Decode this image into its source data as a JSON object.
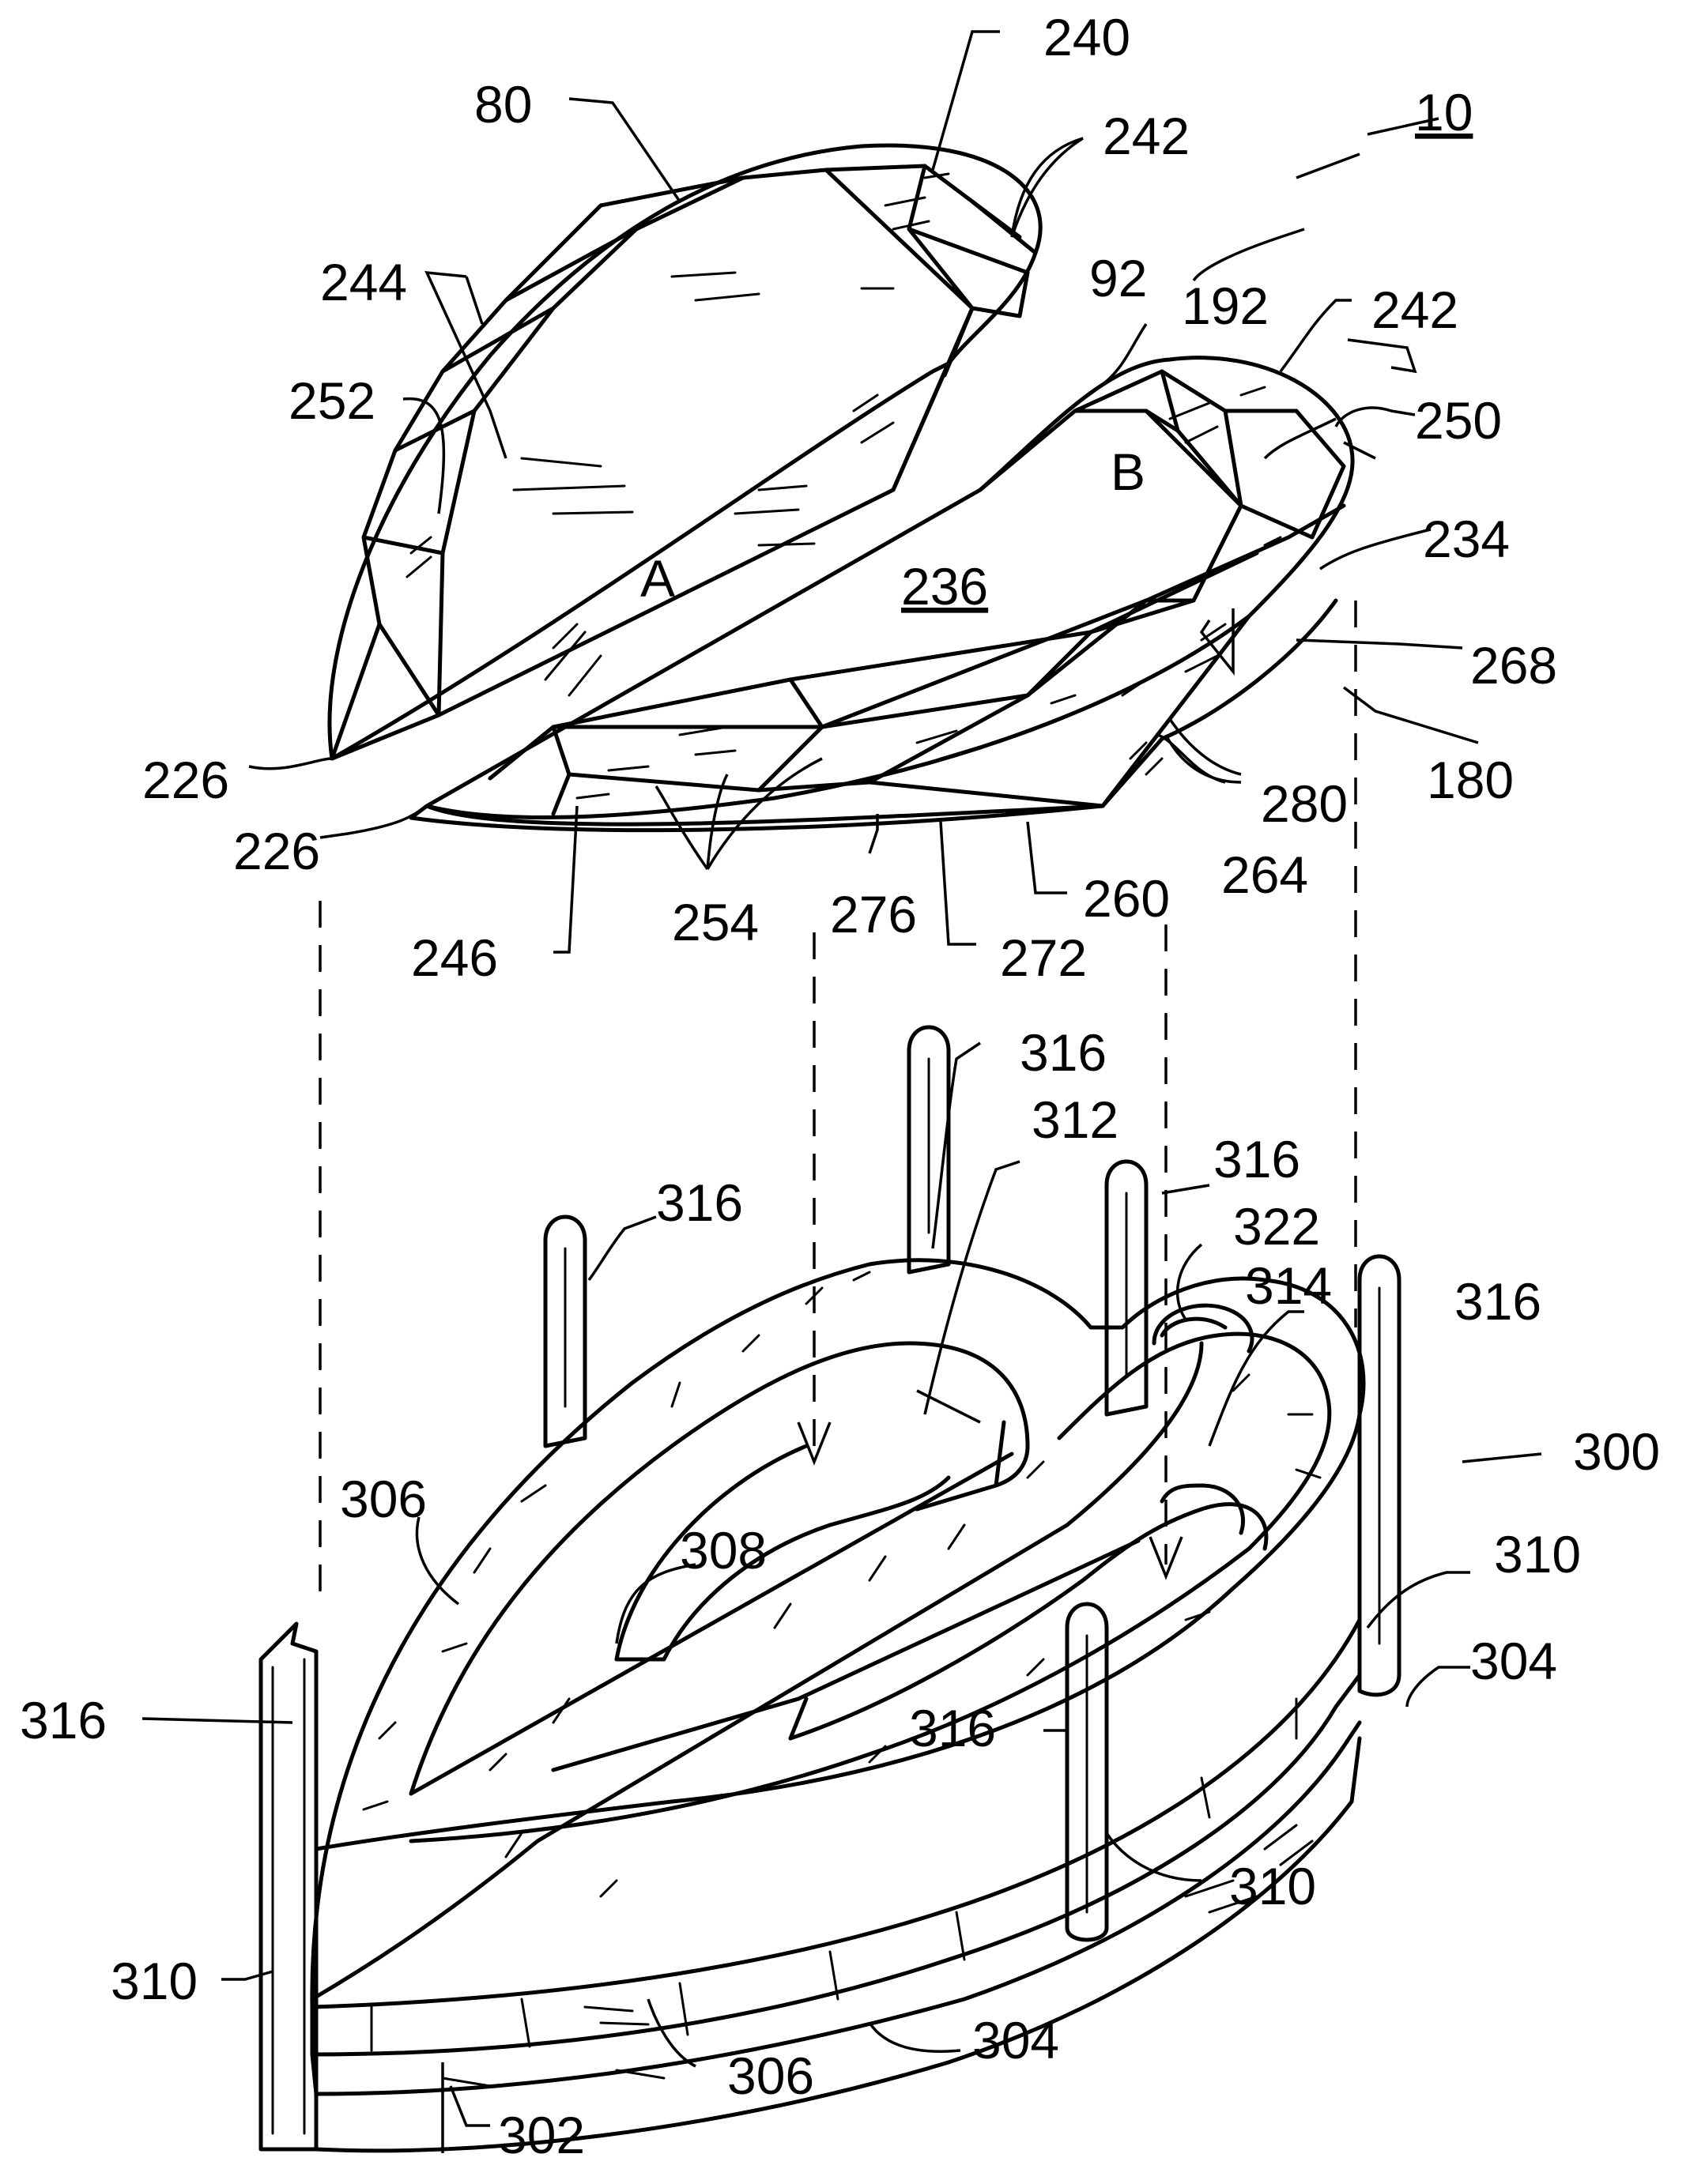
{
  "figure": {
    "ref_numerals": {
      "n10": "10",
      "n80": "80",
      "n92": "92",
      "n180": "180",
      "n192": "192",
      "n226a": "226",
      "n226b": "226",
      "n234": "234",
      "n236": "236",
      "n240": "240",
      "n242a": "242",
      "n242b": "242",
      "n244": "244",
      "n246": "246",
      "n250": "250",
      "n252": "252",
      "n254": "254",
      "n260": "260",
      "n264": "264",
      "n268": "268",
      "n272": "272",
      "n276": "276",
      "n280": "280",
      "n300": "300",
      "n302": "302",
      "n304a": "304",
      "n304b": "304",
      "n306a": "306",
      "n306b": "306",
      "n308": "308",
      "n310a": "310",
      "n310b": "310",
      "n310c": "310",
      "n312": "312",
      "n314": "314",
      "n316a": "316",
      "n316b": "316",
      "n316c": "316",
      "n316d": "316",
      "n316e": "316",
      "n316f": "316",
      "n322": "322"
    },
    "stone_labels": {
      "a": "A",
      "b": "B"
    }
  }
}
